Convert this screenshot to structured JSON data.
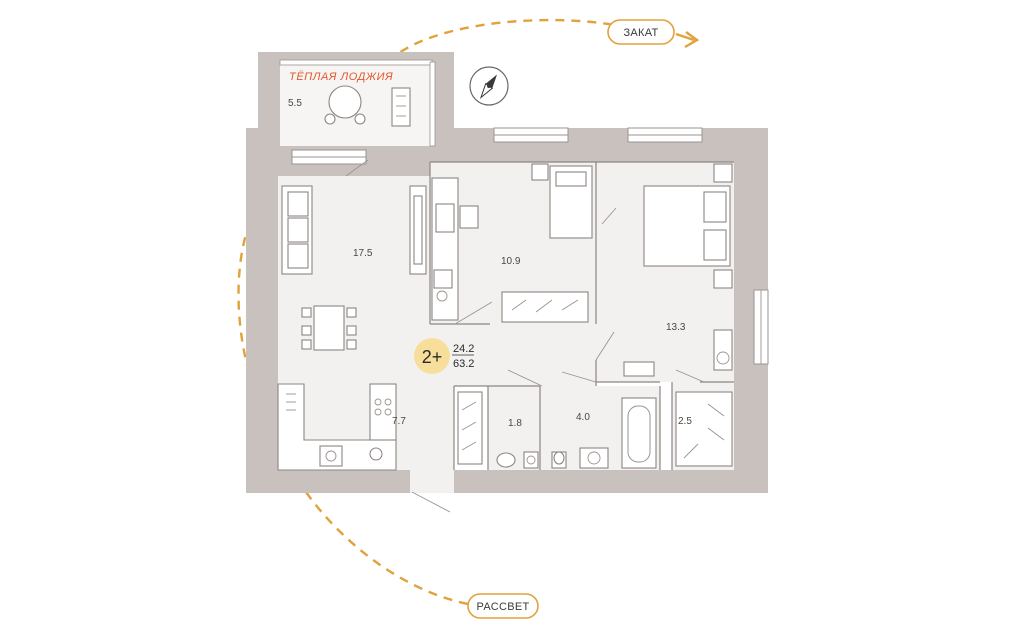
{
  "orientation": {
    "sunset_label": "ЗАКАТ",
    "sunrise_label": "РАССВЕТ",
    "compass_icon": "compass-icon",
    "accent_color": "#e0a23c"
  },
  "balcony": {
    "label": "ТЁПЛАЯ ЛОДЖИЯ",
    "area": "5.5",
    "label_color": "#e2572a"
  },
  "rooms": {
    "living_kitchen": "17.5",
    "bedroom_1": "10.9",
    "bedroom_2": "13.3",
    "hallway": "7.7",
    "wc": "1.8",
    "bathroom": "4.0",
    "storage": "2.5"
  },
  "apartment": {
    "type": "2+",
    "living_area": "24.2",
    "total_area": "63.2",
    "badge_color": "#f7df9b"
  },
  "colors": {
    "wall": "#c9c1bd",
    "floor": "#f3f1f0"
  }
}
